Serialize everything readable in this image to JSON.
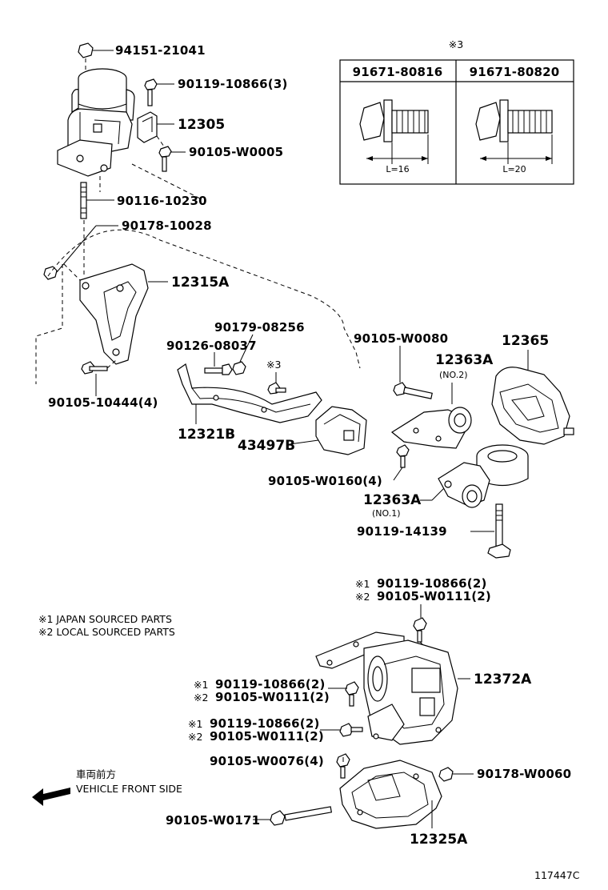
{
  "callouts": {
    "p94151": "94151-21041",
    "p90119_10866_3": "90119-10866(3)",
    "p12305": "12305",
    "p90105_w0005": "90105-W0005",
    "p90116": "90116-10230",
    "p90178_10028": "90178-10028",
    "p12315a": "12315A",
    "p90179": "90179-08256",
    "p90126": "90126-08037",
    "ref3": "※3",
    "p90105_10444": "90105-10444(4)",
    "p12321b": "12321B",
    "p43497b": "43497B",
    "p90105_w0080": "90105-W0080",
    "p12363a_top": "12363A",
    "no2": "(NO.2)",
    "p12365": "12365",
    "p90105_w0160": "90105-W0160(4)",
    "p12363a_bot": "12363A",
    "no1": "(NO.1)",
    "p90119_14139": "90119-14139",
    "a_mark1": "※1",
    "a_pn1": "90119-10866(2)",
    "a_mark2": "※2",
    "a_pn2": "90105-W0111(2)",
    "b_mark1": "※1",
    "b_pn1": "90119-10866(2)",
    "b_mark2": "※2",
    "b_pn2": "90105-W0111(2)",
    "c_mark1": "※1",
    "c_pn1": "90119-10866(2)",
    "c_mark2": "※2",
    "c_pn2": "90105-W0111(2)",
    "p12372a": "12372A",
    "p90105_w0076": "90105-W0076(4)",
    "p90178_w0060": "90178-W0060",
    "p90105_w0171": "90105-W0171",
    "p12325a": "12325A"
  },
  "table": {
    "ref": "※3",
    "col1": "91671-80816",
    "col2": "91671-80820",
    "len1": "L=16",
    "len2": "L=20"
  },
  "notes": {
    "japan": "※1 JAPAN SOURCED PARTS",
    "local": "※2 LOCAL SOURCED PARTS"
  },
  "direction": {
    "jp": "車両前方",
    "en": "VEHICLE FRONT SIDE"
  },
  "figure_id": "117447C"
}
